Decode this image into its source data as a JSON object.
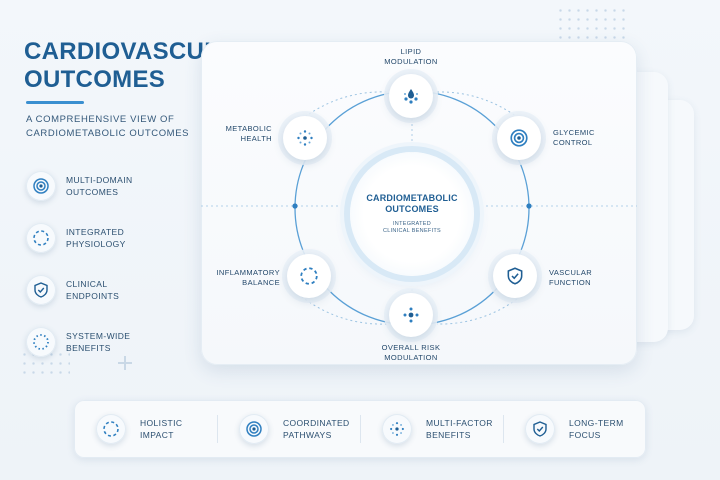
{
  "header": {
    "title_line1": "CARDIOVASCULAR",
    "title_line2": "OUTCOMES",
    "subtitle_line1": "A COMPREHENSIVE VIEW OF",
    "subtitle_line2": "CARDIOMETABOLIC OUTCOMES"
  },
  "left_items": [
    {
      "line1": "MULTI-DOMAIN",
      "line2": "OUTCOMES",
      "icon": "target-icon"
    },
    {
      "line1": "INTEGRATED",
      "line2": "PHYSIOLOGY",
      "icon": "dashed-circle-icon"
    },
    {
      "line1": "CLINICAL",
      "line2": "ENDPOINTS",
      "icon": "shield-check-icon"
    },
    {
      "line1": "SYSTEM-WIDE",
      "line2": "BENEFITS",
      "icon": "dotted-ring-icon"
    }
  ],
  "center": {
    "title_line1": "CARDIOMETABOLIC",
    "title_line2": "OUTCOMES",
    "sub_line1": "INTEGRATED",
    "sub_line2": "CLINICAL BENEFITS"
  },
  "nodes": {
    "top": {
      "line1": "LIPID",
      "line2": "MODULATION",
      "icon": "droplet-cluster-icon"
    },
    "upper_right": {
      "line1": "GLYCEMIC",
      "line2": "CONTROL",
      "icon": "target-icon"
    },
    "lower_right": {
      "line1": "VASCULAR",
      "line2": "FUNCTION",
      "icon": "shield-check-icon"
    },
    "bottom": {
      "line1": "OVERALL RISK",
      "line2": "MODULATION",
      "icon": "dot-cluster-icon"
    },
    "lower_left": {
      "line1": "INFLAMMATORY",
      "line2": "BALANCE",
      "icon": "dashed-circle-icon"
    },
    "upper_left": {
      "line1": "METABOLIC",
      "line2": "HEALTH",
      "icon": "network-icon"
    }
  },
  "bottom_items": [
    {
      "line1": "HOLISTIC",
      "line2": "IMPACT",
      "icon": "dashed-circle-icon"
    },
    {
      "line1": "COORDINATED",
      "line2": "PATHWAYS",
      "icon": "target-icon"
    },
    {
      "line1": "MULTI-FACTOR",
      "line2": "BENEFITS",
      "icon": "network-icon"
    },
    {
      "line1": "LONG-TERM",
      "line2": "FOCUS",
      "icon": "shield-check-icon"
    }
  ],
  "colors": {
    "primary": "#1f5e93",
    "accent": "#3a8fd0",
    "line": "#5aa0d6",
    "background": "#f3f7fb"
  }
}
